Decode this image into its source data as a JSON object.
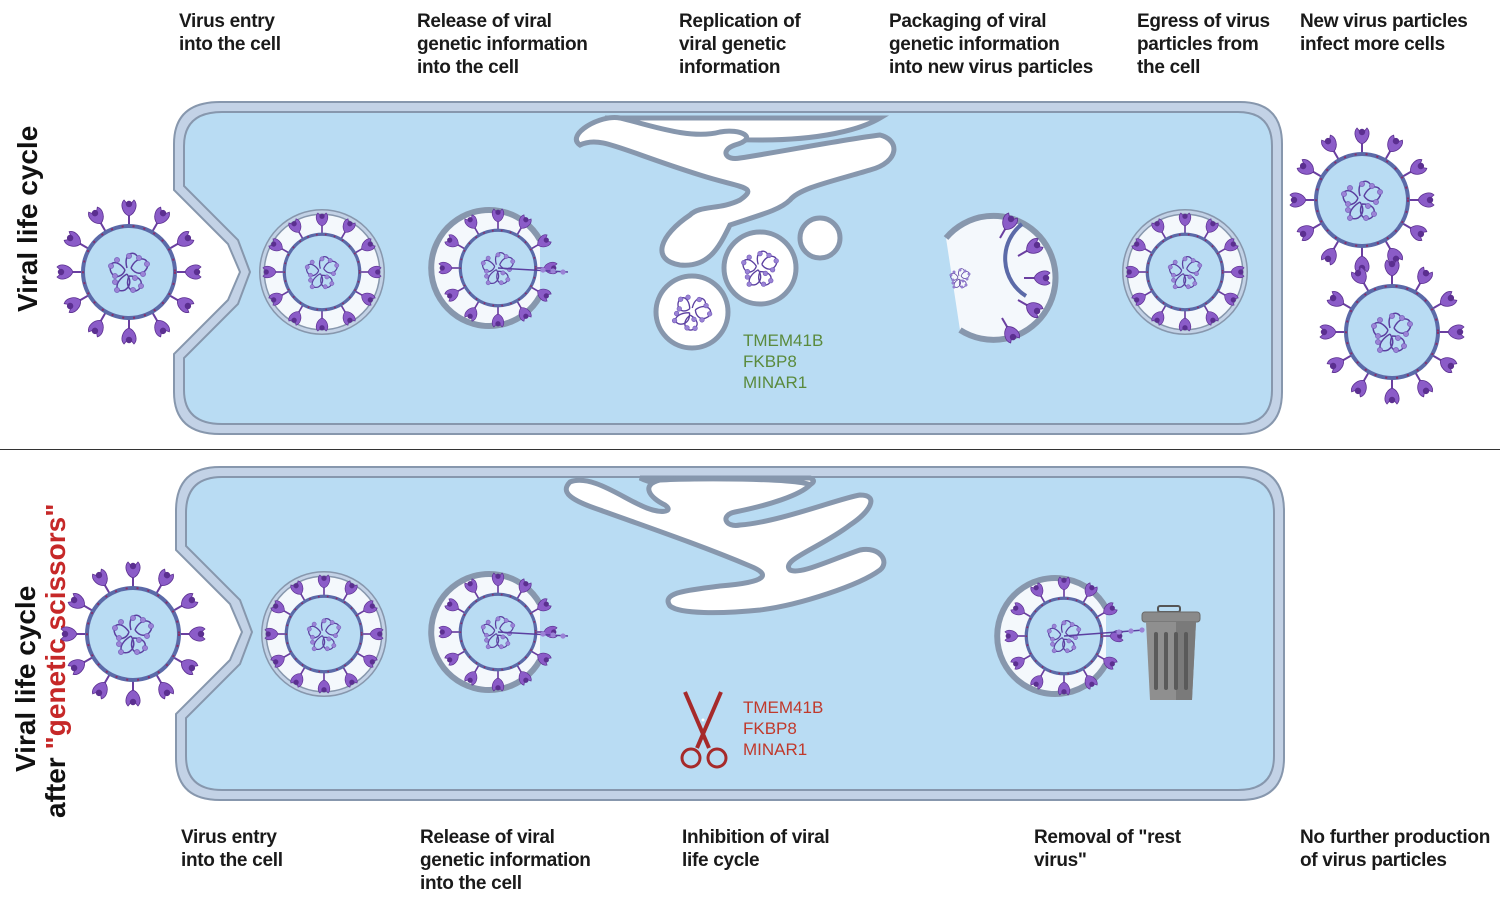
{
  "top_section": {
    "side_label": "Viral life cycle",
    "steps": [
      {
        "lines": [
          "Virus entry",
          "into the cell"
        ]
      },
      {
        "lines": [
          "Release of viral",
          "genetic information",
          "into the cell"
        ]
      },
      {
        "lines": [
          "Replication of",
          "viral genetic",
          "information"
        ]
      },
      {
        "lines": [
          "Packaging of viral",
          "genetic information",
          "into new virus particles"
        ]
      },
      {
        "lines": [
          "Egress of virus",
          "particles from",
          "the cell"
        ]
      },
      {
        "lines": [
          "New virus particles",
          "infect more cells"
        ]
      }
    ],
    "genes": [
      "TMEM41B",
      "FKBP8",
      "MINAR1"
    ],
    "genes_color": "#5a8a3c"
  },
  "bottom_section": {
    "side_label_line1": "Viral life cycle",
    "side_label_line2_prefix": "after ",
    "side_label_line2_highlight": "\"genetic scissors\"",
    "highlight_color": "#c62828",
    "steps": [
      {
        "lines": [
          "Virus entry",
          "into the cell"
        ]
      },
      {
        "lines": [
          "Release of viral",
          "genetic information",
          "into the cell"
        ]
      },
      {
        "lines": [
          "Inhibition of viral",
          "life cycle"
        ]
      },
      {
        "lines": [
          "Removal of \"rest",
          "virus\""
        ]
      },
      {
        "lines": [
          "No further production",
          "of virus particles"
        ]
      }
    ],
    "genes": [
      "TMEM41B",
      "FKBP8",
      "MINAR1"
    ],
    "genes_color": "#c0392b"
  },
  "colors": {
    "cytoplasm": "#b9dcf3",
    "membrane": "#c3d2e6",
    "membrane_stroke": "#8797ad",
    "virus_spike": "#7b4fb3",
    "virus_capsule": "#5b6aa8",
    "trash_can": "#8a8a8a"
  },
  "icons": [
    "virus-icon",
    "endosome-icon",
    "golgi-icon",
    "vesicle-icon",
    "scissors-icon",
    "trash-can-icon"
  ]
}
